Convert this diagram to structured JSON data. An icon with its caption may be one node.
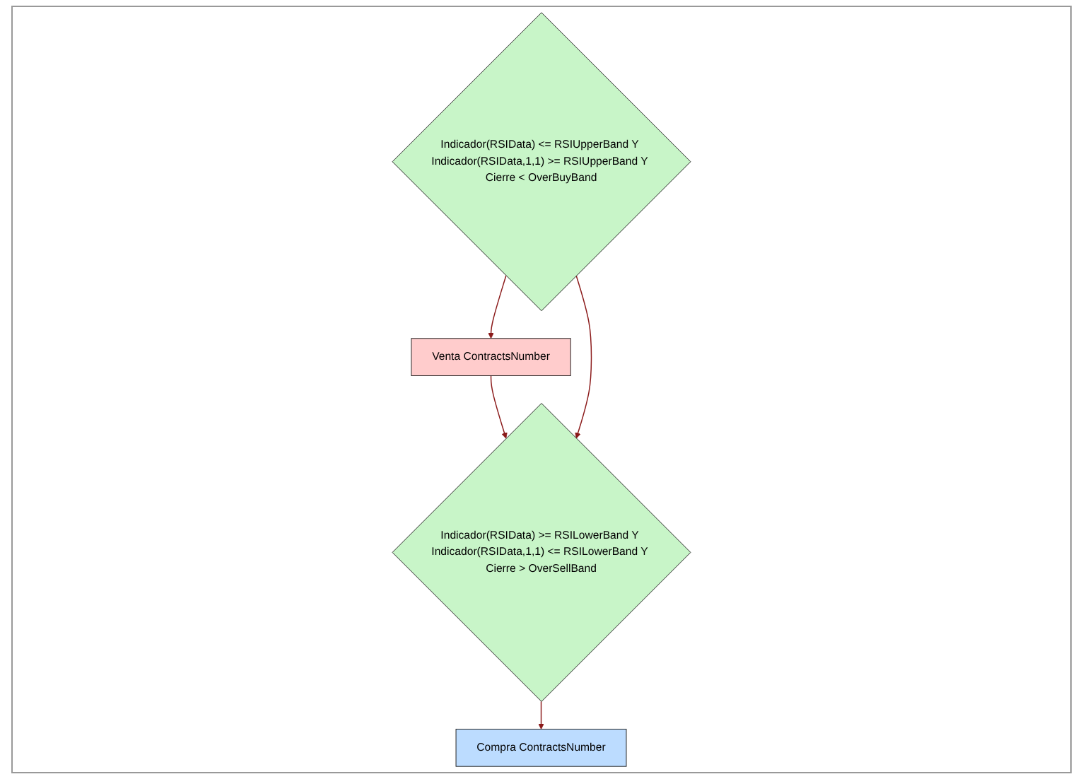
{
  "diagram": {
    "nodes": [
      {
        "text": [
          "Indicador(RSIData) <= RSIUpperBand Y Indicador(RSIData,1,1) >= RSIUpperBand Y Cierre < OverBuyBand"
        ]
      },
      {
        "text": [
          "Venta ContractsNumber"
        ]
      },
      {
        "text": [
          "Indicador(RSIData) >= RSILowerBand Y Indicador(RSIData,1,1) <= RSILowerBand Y Cierre > OverSellBand"
        ]
      },
      {
        "text": [
          "Compra ContractsNumber"
        ]
      }
    ],
    "edges": [
      {
        "from": 0,
        "to": 1,
        "arrow": "to"
      },
      {
        "from": 1,
        "to": 2,
        "arrow": "to"
      },
      {
        "from": 0,
        "to": 2,
        "arrow": "to"
      },
      {
        "from": 2,
        "to": 3,
        "arrow": "to"
      }
    ]
  }
}
